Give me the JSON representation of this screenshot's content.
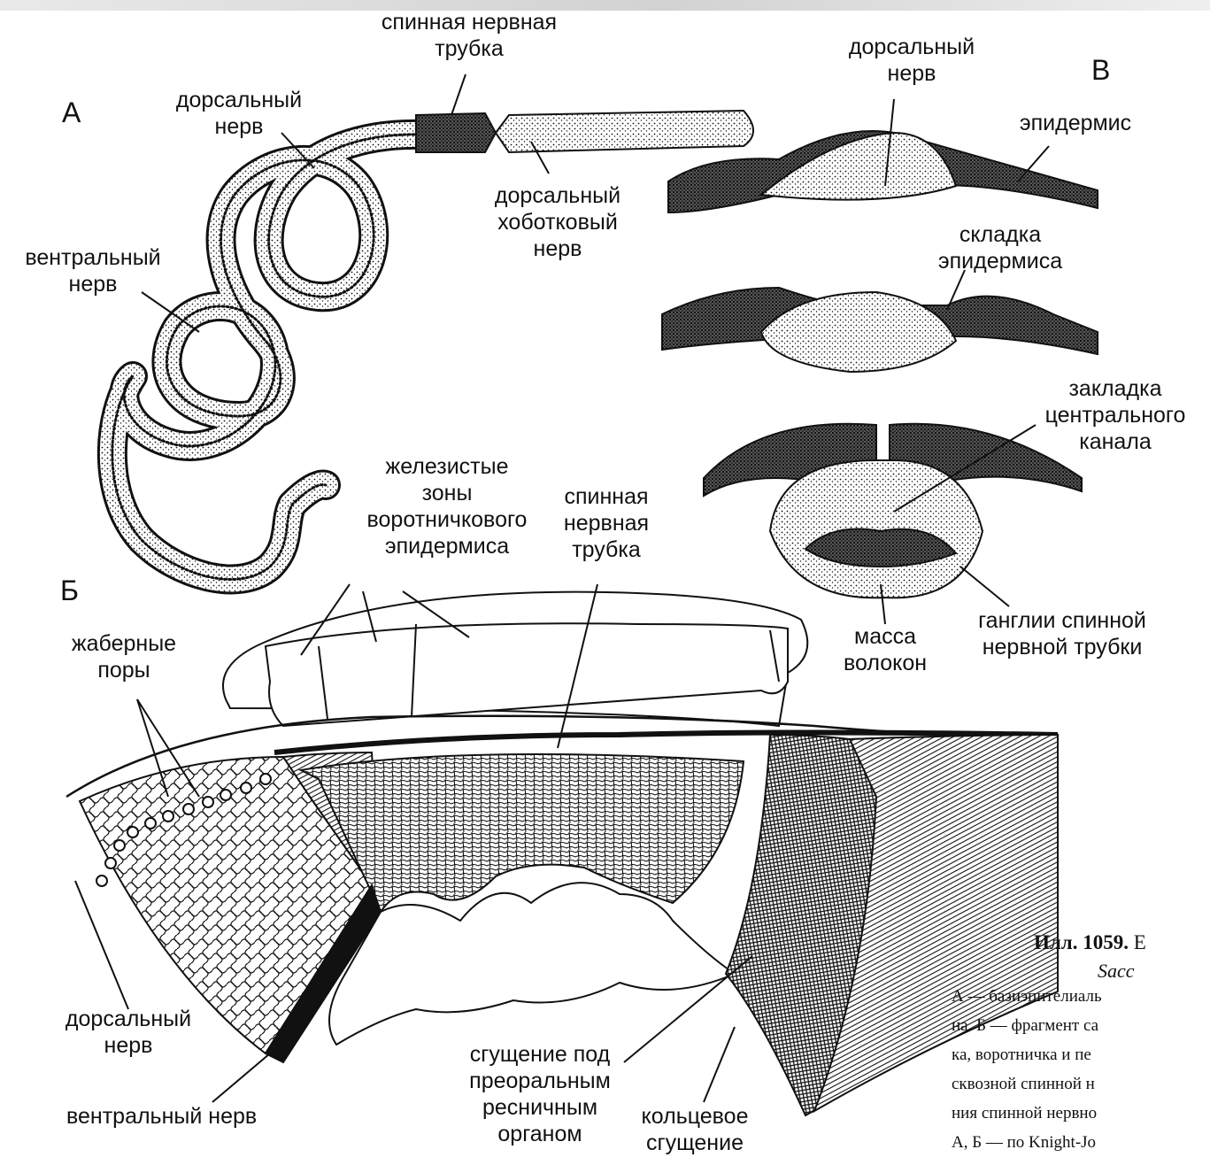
{
  "panels": {
    "a": "А",
    "b": "Б",
    "c": "В"
  },
  "labels_a": {
    "dorsal_tube_1": "спинная нервная",
    "dorsal_tube_2": "трубка",
    "dorsal_nerve_1": "дорсальный",
    "dorsal_nerve_2": "нерв",
    "ventral_nerve_1": "вентральный",
    "ventral_nerve_2": "нерв",
    "proboscis_1": "дорсальный",
    "proboscis_2": "хоботковый",
    "proboscis_3": "нерв"
  },
  "labels_c": {
    "dorsal_nerve_1": "дорсальный",
    "dorsal_nerve_2": "нерв",
    "epidermis": "эпидермис",
    "fold_1": "складка",
    "fold_2": "эпидермиса",
    "canal_1": "закладка",
    "canal_2": "центрального",
    "canal_3": "канала",
    "mass_1": "масса",
    "mass_2": "волокон",
    "ganglia_1": "ганглии спинной",
    "ganglia_2": "нервной трубки"
  },
  "labels_b": {
    "gland_1": "железистые",
    "gland_2": "зоны",
    "gland_3": "воротничкового",
    "gland_4": "эпидермиса",
    "tube_1": "спинная",
    "tube_2": "нервная",
    "tube_3": "трубка",
    "gill_1": "жаберные",
    "gill_2": "поры",
    "dorsal_1": "дорсальный",
    "dorsal_2": "нерв",
    "ventral": "вентральный нерв",
    "preoral_1": "сгущение под",
    "preoral_2": "преоральным",
    "preoral_3": "ресничным",
    "preoral_4": "органом",
    "ring_1": "кольцевое",
    "ring_2": "сгущение"
  },
  "caption": {
    "title_bold": "Илл. 1059.",
    "title_rest": "Е",
    "italic": "Sacc",
    "lines": [
      "А — базиэпителиаль",
      "на. Б — фрагмент са",
      "ка, воротничка и пе",
      "сквозной спинной н",
      "ния спинной нервно",
      "А, Б — по Knight-Jo"
    ]
  },
  "colors": {
    "ink": "#111111",
    "paper": "#ffffff",
    "topbar": "#dcdcdc"
  }
}
